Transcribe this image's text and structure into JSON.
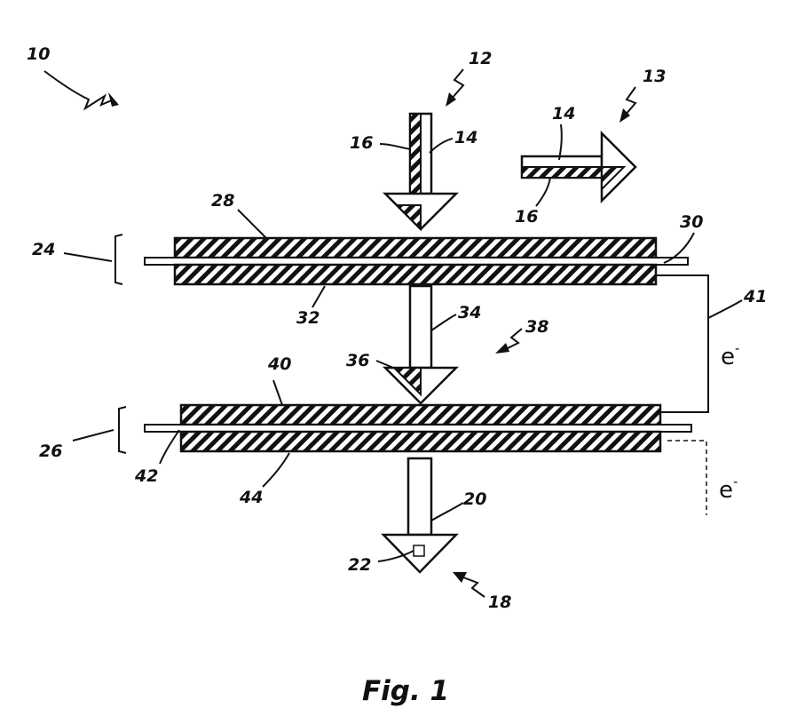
{
  "figure": {
    "caption": "Fig. 1",
    "electron_label": "e",
    "electron_superscript": "-",
    "refs": {
      "r10": "10",
      "r12": "12",
      "r13": "13",
      "r14a": "14",
      "r14b": "14",
      "r16a": "16",
      "r16b": "16",
      "r18": "18",
      "r20": "20",
      "r22": "22",
      "r24": "24",
      "r26": "26",
      "r28": "28",
      "r30": "30",
      "r32": "32",
      "r34": "34",
      "r36": "36",
      "r38": "38",
      "r40": "40",
      "r41": "41",
      "r42": "42",
      "r44": "44"
    },
    "colors": {
      "ink": "#111111",
      "background": "#ffffff"
    }
  }
}
